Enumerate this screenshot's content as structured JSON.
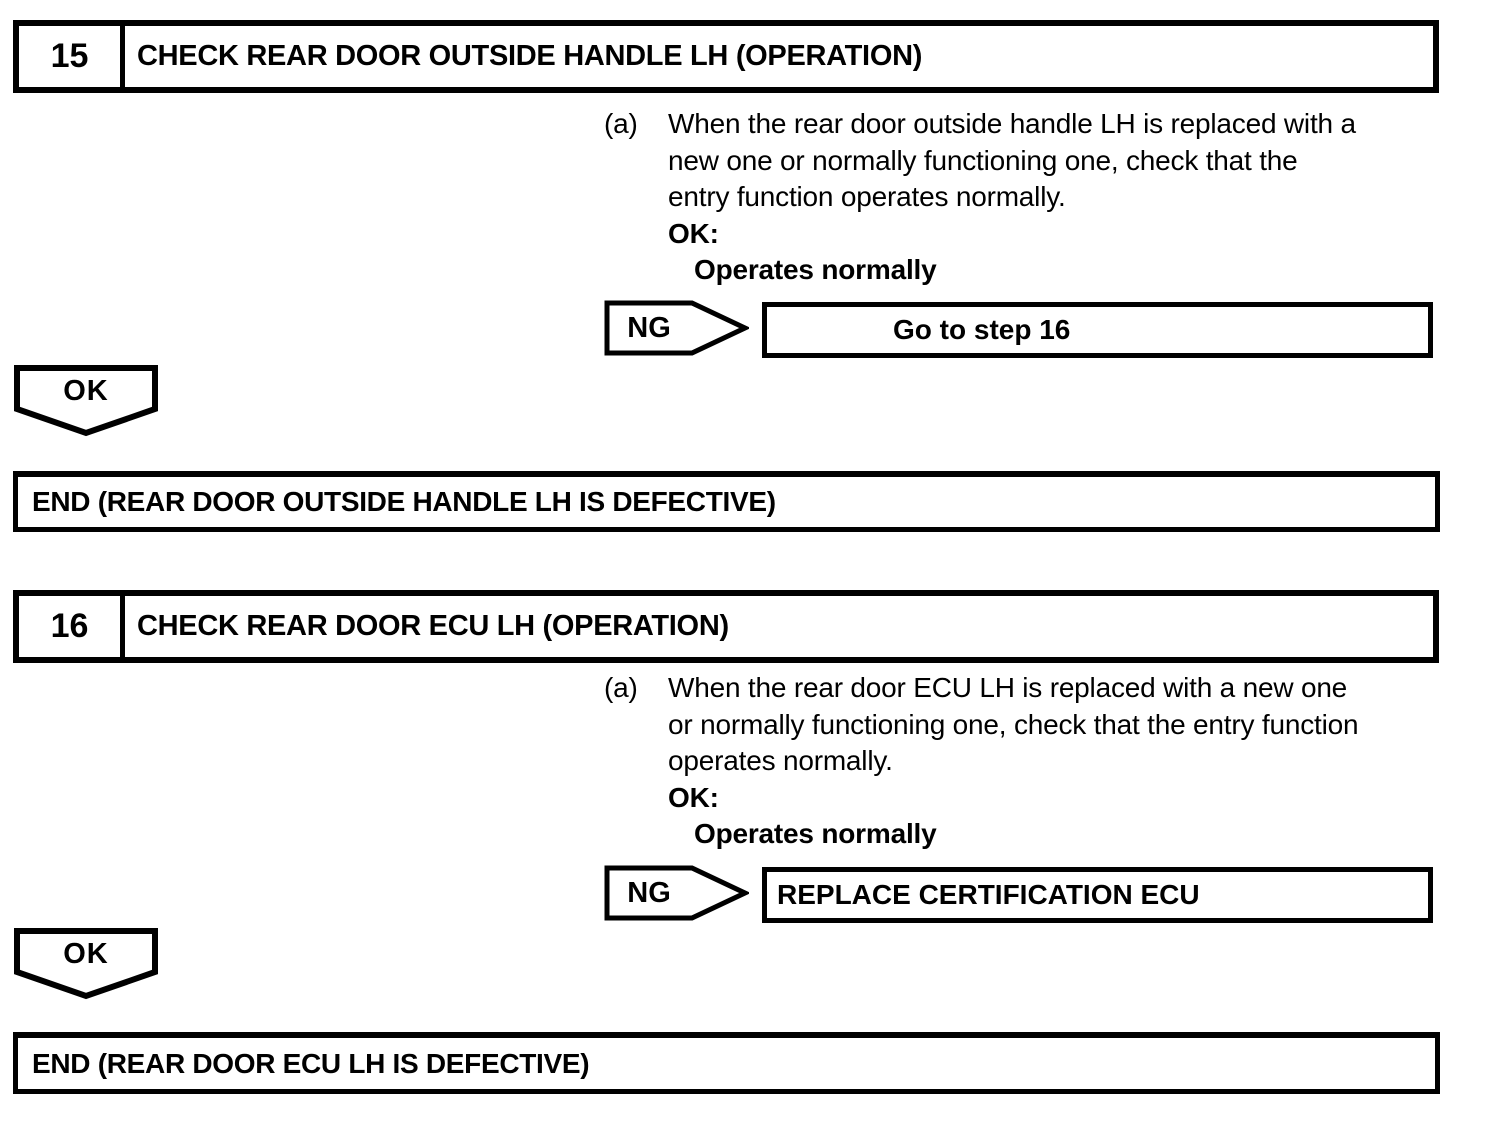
{
  "colors": {
    "ink": "#000000",
    "paper": "#ffffff"
  },
  "steps": [
    {
      "number": "15",
      "title": "CHECK REAR DOOR OUTSIDE HANDLE LH (OPERATION)",
      "instruction_label": "(a)",
      "instruction": "When the rear door outside handle LH is replaced with a\nnew one or normally functioning one, check that the\nentry function operates normally.",
      "ok_heading": "OK:",
      "ok_condition": "Operates normally",
      "ng_label": "NG",
      "ng_action": "Go to step 16",
      "ok_arrow_label": "OK",
      "end_text": "END (REAR DOOR OUTSIDE HANDLE LH IS DEFECTIVE)"
    },
    {
      "number": "16",
      "title": "CHECK REAR DOOR ECU LH (OPERATION)",
      "instruction_label": "(a)",
      "instruction": "When the rear door ECU LH is replaced with a new one\nor normally functioning one, check that the entry function\noperates normally.",
      "ok_heading": "OK:",
      "ok_condition": "Operates normally",
      "ng_label": "NG",
      "ng_action": "REPLACE CERTIFICATION ECU",
      "ok_arrow_label": "OK",
      "end_text": "END (REAR DOOR ECU LH IS DEFECTIVE)"
    }
  ]
}
